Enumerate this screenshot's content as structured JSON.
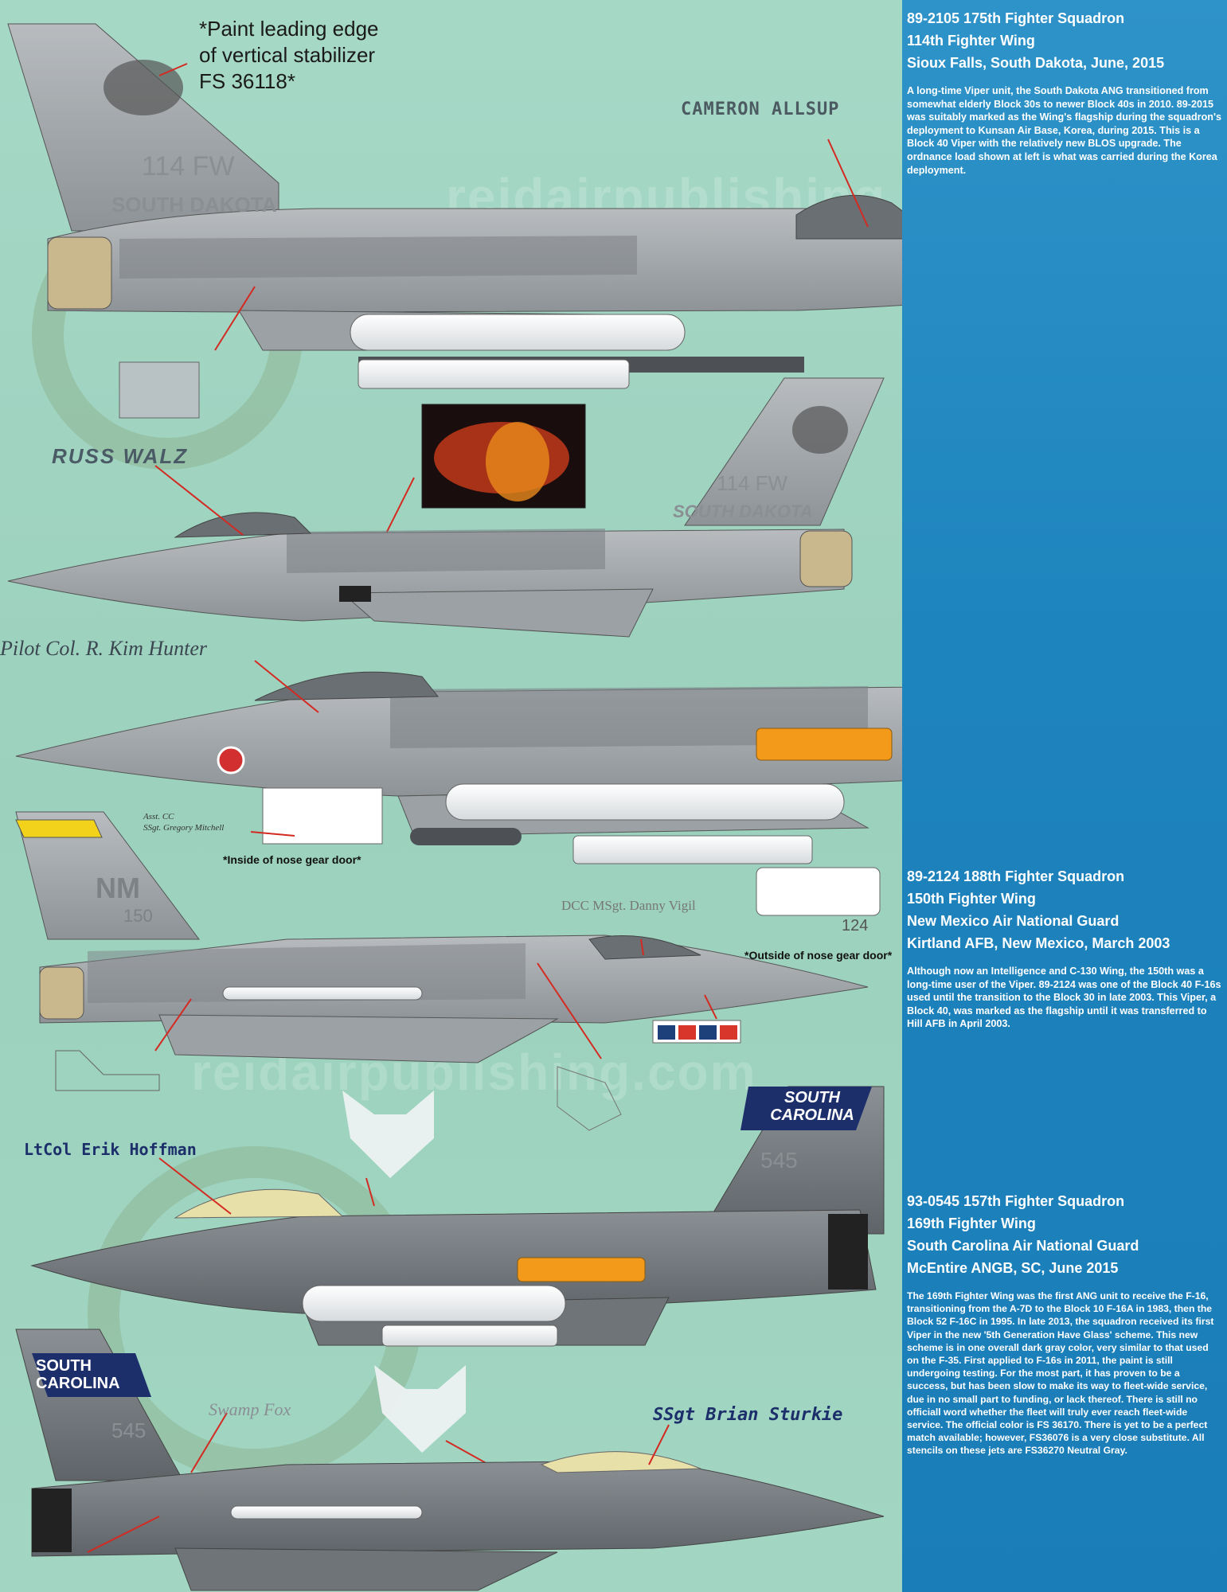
{
  "header_note": {
    "line1": "*Paint leading edge",
    "line2": "of vertical stabilizer",
    "line3": "FS 36118*"
  },
  "watermark": "reidairpublishing.com",
  "names": {
    "cameron": "CAMERON ALLSUP",
    "russ": "RUSS WALZ",
    "pilot": "Pilot Col. R. Kim Hunter",
    "asst": "Asst. CC",
    "ssgt_mitchell": "SSgt. Gregory Mitchell",
    "dcc": "DCC MSgt. Danny Vigil",
    "hoffman": "LtCol Erik Hoffman",
    "swamp": "Swamp Fox",
    "sturkie": "SSgt Brian Sturkie"
  },
  "notes": {
    "inside_door": "*Inside of nose gear door*",
    "outside_door": "*Outside of nose gear door*",
    "door_number": "124"
  },
  "tail_markings": {
    "fw114": "114 FW",
    "south_dakota": "SOUTH DAKOTA",
    "nm": "NM",
    "fw150": "150",
    "fw_sup": "FW",
    "sc_line1": "SOUTH",
    "sc_line2": "CAROLINA",
    "serial545": "545"
  },
  "sections": [
    {
      "title1": "89-2105 175th Fighter Squadron",
      "title2": "114th Fighter Wing",
      "title3": "Sioux Falls, South Dakota, June, 2015",
      "body": "A long-time Viper unit, the South Dakota ANG transitioned from somewhat elderly Block 30s to newer Block 40s in 2010. 89-2015 was suitably marked as the Wing's flagship during the squadron's deployment to Kunsan Air Base, Korea, during 2015. This is a Block 40 Viper with the relatively new BLOS upgrade. The ordnance load shown at left is what was carried during the Korea deployment."
    },
    {
      "title1": "89-2124 188th Fighter Squadron",
      "title2": "150th Fighter Wing",
      "title3": "New Mexico Air National Guard",
      "title4": "Kirtland AFB, New Mexico, March 2003",
      "body": "Although now an Intelligence and C-130 Wing, the 150th was a long-time user of the Viper. 89-2124 was one of the Block 40 F-16s used until the transition to the Block 30 in late 2003. This Viper, a Block 40, was marked as the flagship until it was transferred to Hill AFB in April 2003."
    },
    {
      "title1": "93-0545 157th Fighter Squadron",
      "title2": "169th Fighter Wing",
      "title3": "South Carolina Air National Guard",
      "title4": "McEntire ANGB, SC, June 2015",
      "body": "The 169th Fighter Wing was the first ANG unit to receive the F-16, transitioning from the A-7D to the Block 10 F-16A in 1983, then the Block 52 F-16C in 1995. In late 2013, the squadron received its first Viper in the new '5th Generation Have Glass' scheme. This new scheme is in one overall dark gray color, very similar to that used on the F-35. First applied to F-16s in 2011, the paint is still undergoing testing. For the most part, it has proven to be a success, but has been slow to make its way to fleet-wide service, due in no small part to funding, or lack thereof. There is still no officiall word whether the fleet will truly ever reach fleet-wide service. The official color is FS 36170. There is yet to be a perfect match available; however, FS36076 is a very close substitute. All stencils on these jets are FS36270 Neutral Gray."
    }
  ],
  "colors": {
    "panel_blue": "#1e84bd",
    "mint": "#9fd3c0",
    "gray_light": "#a3a7ab",
    "gray_dark": "#6f7479",
    "nm_yellow": "#f2d21a",
    "orange": "#f39a1a",
    "leader_red": "#d32a22"
  }
}
